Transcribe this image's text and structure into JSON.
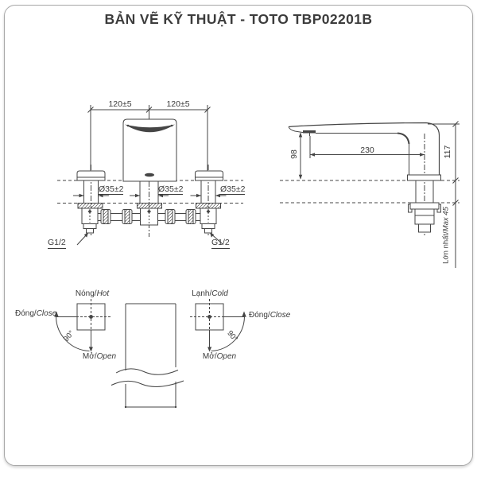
{
  "title": "BẢN VẼ KỸ THUẬT - TOTO TBP02201B",
  "front_view": {
    "spacing_dim_left": "120±5",
    "spacing_dim_right": "120±5",
    "hole_dim_left": "Ø35±2",
    "hole_dim_center": "Ø35±2",
    "hole_dim_right": "Ø35±2",
    "thread_left": "G1/2",
    "thread_right": "G1/2"
  },
  "side_view": {
    "spout_reach": "230",
    "spout_height": "98",
    "total_height": "117",
    "counter_max_vi": "Lớn nhất/",
    "counter_max_en": "Max 45"
  },
  "handle_diagrams": {
    "hot_vi": "Nóng/",
    "hot_en": "Hot",
    "cold_vi": "Lạnh/",
    "cold_en": "Cold",
    "close_vi": "Đóng/",
    "close_en": "Close",
    "open_vi": "Mở/",
    "open_en": "Open",
    "rotation_angle": "90°"
  },
  "colors": {
    "line": "#454545",
    "text": "#3a3a3a",
    "border": "#a8a8a8",
    "background": "#ffffff"
  }
}
